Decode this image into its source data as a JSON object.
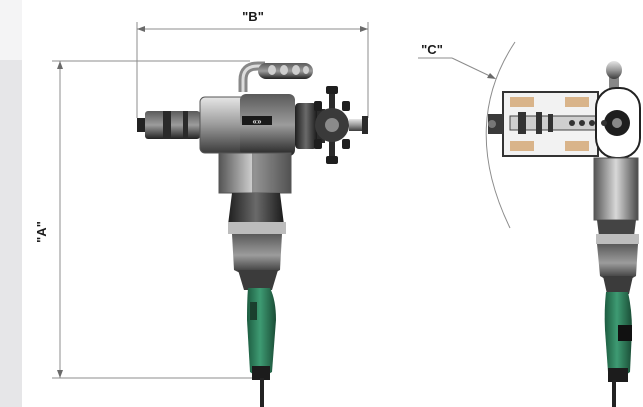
{
  "dimensions": {
    "A": "\"A\"",
    "B": "\"B\"",
    "C": "\"C\""
  },
  "colors": {
    "sidebar": "#e8e8ea",
    "dim_line": "#8a8a8a",
    "motor_green": "#2f7a5a",
    "metal_dark": "#3a3a3a",
    "metal_light": "#cfcfcf",
    "wood": "#d9b48a"
  }
}
